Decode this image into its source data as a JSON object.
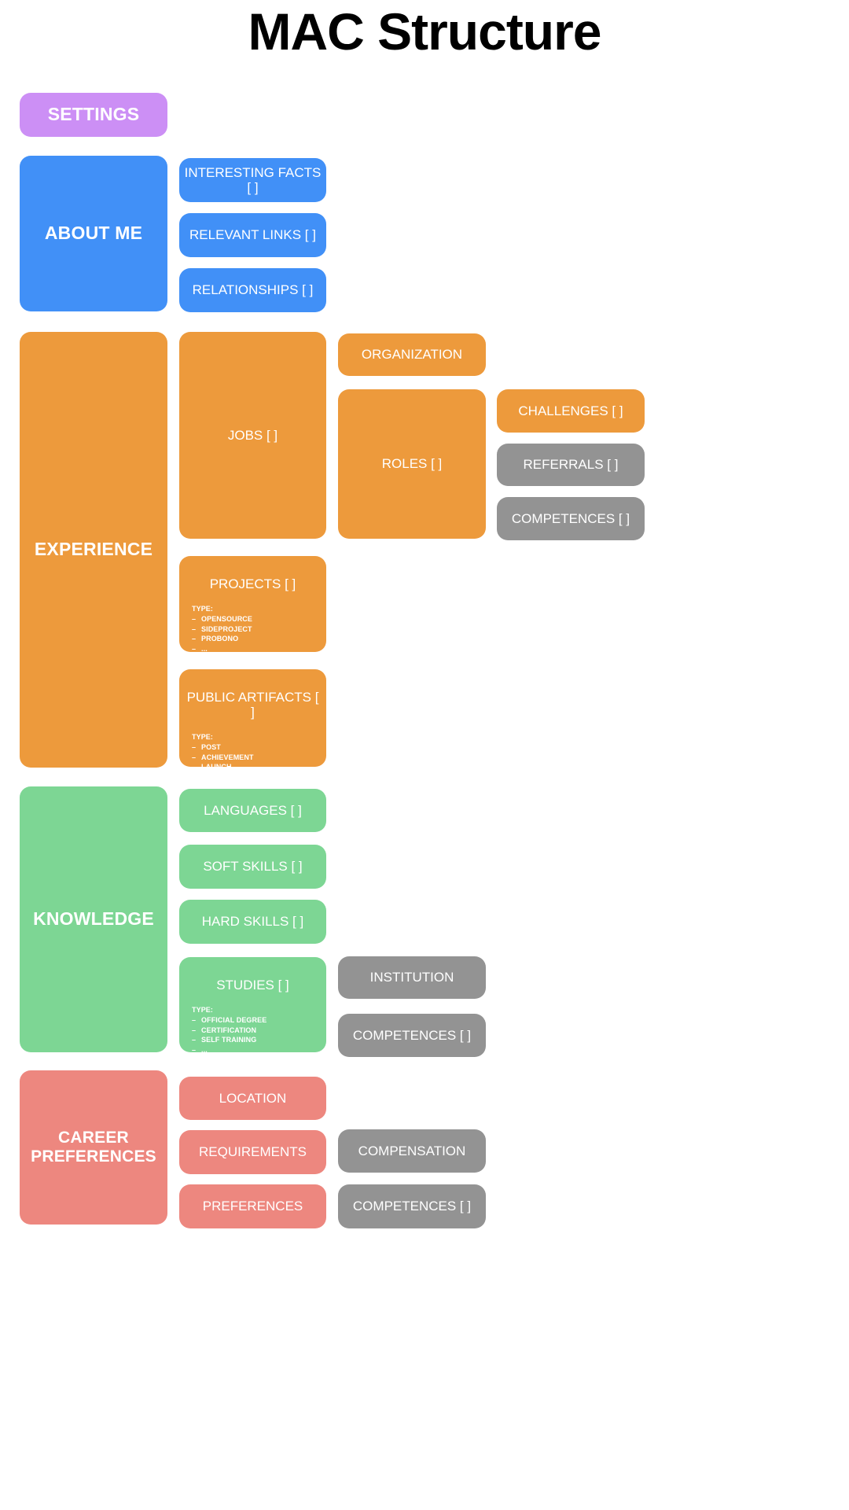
{
  "title": "MAC Structure",
  "palette": {
    "purple": "#cc8ff5",
    "blue": "#4190f7",
    "orange": "#ed9a3c",
    "green": "#7dd694",
    "red": "#ed877f",
    "gray": "#939393",
    "text_on_node": "#ffffff",
    "background": "#ffffff",
    "title_color": "#000000"
  },
  "nodes": {
    "settings": {
      "label": "SETTINGS"
    },
    "about_me": {
      "label": "ABOUT ME"
    },
    "interesting_facts": {
      "label": "INTERESTING FACTS [ ]"
    },
    "relevant_links": {
      "label": "RELEVANT LINKS [ ]"
    },
    "relationships": {
      "label": "RELATIONSHIPS [ ]"
    },
    "experience": {
      "label": "EXPERIENCE"
    },
    "jobs": {
      "label": "JOBS [ ]"
    },
    "organization": {
      "label": "ORGANIZATION"
    },
    "roles": {
      "label": "ROLES [ ]"
    },
    "challenges": {
      "label": "CHALLENGES [ ]"
    },
    "referrals": {
      "label": "REFERRALS [ ]"
    },
    "competences_experience": {
      "label": "COMPETENCES [ ]"
    },
    "projects": {
      "label": "PROJECTS [ ]",
      "type_heading": "TYPE:",
      "type_items": [
        "OPENSOURCE",
        "SIDEPROJECT",
        "PROBONO",
        "..."
      ]
    },
    "public_artifacts": {
      "label": "PUBLIC ARTIFACTS [ ]",
      "type_heading": "TYPE:",
      "type_items": [
        "POST",
        "ACHIEVEMENT",
        "LAUNCH",
        "..."
      ]
    },
    "knowledge": {
      "label": "KNOWLEDGE"
    },
    "languages": {
      "label": "LANGUAGES [ ]"
    },
    "soft_skills": {
      "label": "SOFT SKILLS [ ]"
    },
    "hard_skills": {
      "label": "HARD SKILLS [ ]"
    },
    "studies": {
      "label": "STUDIES [ ]",
      "type_heading": "TYPE:",
      "type_items": [
        "OFFICIAL DEGREE",
        "CERTIFICATION",
        "SELF TRAINING",
        "..."
      ]
    },
    "institution": {
      "label": "INSTITUTION"
    },
    "competences_studies": {
      "label": "COMPETENCES [ ]"
    },
    "career_preferences": {
      "label": "CAREER\nPREFERENCES",
      "line1": "CAREER",
      "line2": "PREFERENCES"
    },
    "location": {
      "label": "LOCATION"
    },
    "requirements": {
      "label": "REQUIREMENTS"
    },
    "preferences": {
      "label": "PREFERENCES"
    },
    "compensation": {
      "label": "COMPENSATION"
    },
    "competences_career": {
      "label": "COMPETENCES [ ]"
    }
  }
}
